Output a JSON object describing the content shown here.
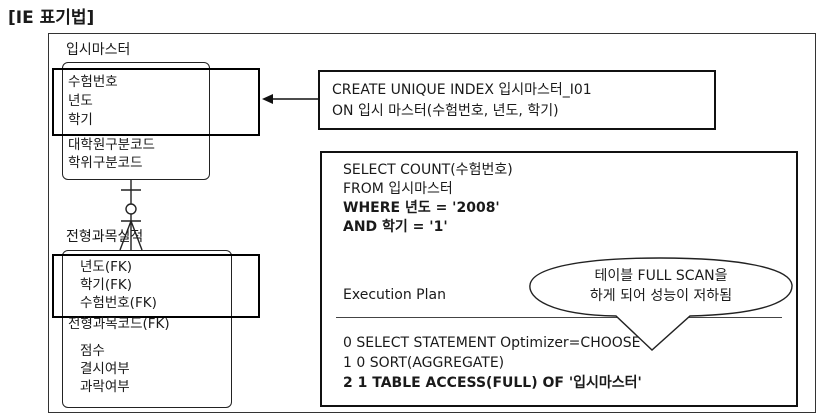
{
  "heading": "[IE 표기법]",
  "entity1": {
    "title": "입시마스터",
    "key_attrs": [
      "수험번호",
      "년도",
      "학기"
    ],
    "attrs": [
      "대학원구분코드",
      "학위구분코드"
    ]
  },
  "entity2": {
    "title": "전형과목실적",
    "key_attrs": [
      "년도(FK)",
      "학기(FK)",
      "수험번호(FK)",
      "전형과목코드(FK)"
    ],
    "attrs": [
      "점수",
      "결시여부",
      "과락여부"
    ]
  },
  "index_box": {
    "line1": "CREATE UNIQUE INDEX  입시마스터_I01",
    "line2": "ON 입시 마스터(수험번호, 년도, 학기)"
  },
  "sql_box": {
    "lines": [
      "SELECT COUNT(수험번호)",
      "FROM   입시마스터",
      "WHERE 년도  = '2008'",
      "AND       학기 = '1'"
    ],
    "plan_label": "Execution Plan",
    "plan_lines": [
      "0  SELECT STATEMENT Optimizer=CHOOSE",
      "1  0   SORT(AGGREGATE)",
      "2  1    TABLE ACCESS(FULL) OF '입시마스터'"
    ]
  },
  "callout": {
    "line1": "테이블 FULL SCAN을",
    "line2": "하게 되어 성능이 저하됨"
  }
}
